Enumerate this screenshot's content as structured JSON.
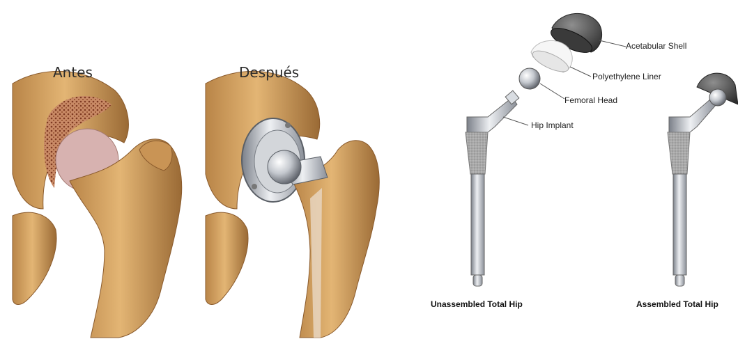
{
  "left_panel": {
    "before_label": "Antes",
    "after_label": "Después"
  },
  "right_panel": {
    "callouts": {
      "acetabular_shell": "Acetabular Shell",
      "polyethylene_liner": "Polyethylene Liner",
      "femoral_head": "Femoral Head",
      "hip_implant": "Hip Implant"
    },
    "captions": {
      "unassembled": "Unassembled Total Hip",
      "assembled": "Assembled Total Hip"
    }
  },
  "colors": {
    "bone": "#d9a869",
    "bone_dark": "#8a5a2c",
    "cartilage": "#d7b2b0",
    "marrow": "#9d5a3a",
    "metal": "#b9bec6",
    "porous": "#a4a4a4",
    "liner": "#f2f2f2"
  }
}
